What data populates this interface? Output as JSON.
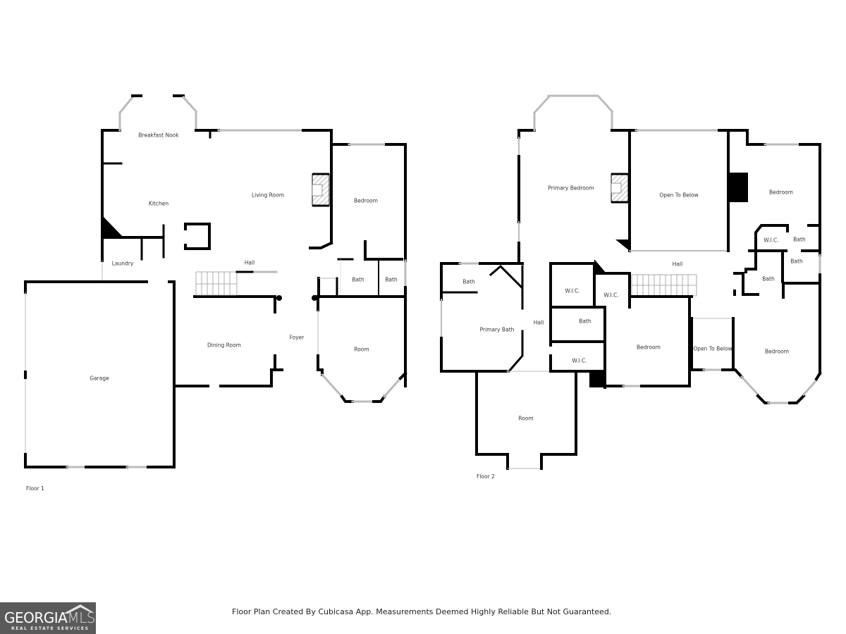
{
  "floor1": {
    "label": "Floor 1",
    "rooms": {
      "breakfast_nook": "Breakfast Nook",
      "kitchen": "Kitchen",
      "living_room": "Living Room",
      "bedroom": "Bedroom",
      "laundry": "Laundry",
      "hall": "Hall",
      "bath_1": "Bath",
      "bath_2": "Bath",
      "garage": "Garage",
      "dining_room": "Dining Room",
      "foyer": "Foyer",
      "room": "Room"
    }
  },
  "floor2": {
    "label": "Floor 2",
    "rooms": {
      "primary_bedroom": "Primary Bedroom",
      "open_to_below_1": "Open To Below",
      "bedroom_ne": "Bedroom",
      "wic_ne": "W.I.C.",
      "bath_ne_1": "Bath",
      "bath_ne_2": "Bath",
      "bath_ne_3": "Bath",
      "hall_main": "Hall",
      "bath_primary_small": "Bath",
      "primary_bath": "Primary Bath",
      "hall_small": "Hall",
      "wic_1": "W.I.C.",
      "wic_2": "W.I.C.",
      "bath_center": "Bath",
      "wic_3": "W.I.C.",
      "bedroom_center": "Bedroom",
      "open_to_below_2": "Open To Below",
      "bedroom_se": "Bedroom",
      "room": "Room"
    }
  },
  "footer": {
    "note": "Floor Plan Created By Cubicasa App. Measurements Deemed Highly Reliable But Not Guaranteed.",
    "logo_main": "GEORGIA",
    "logo_accent": "MLS",
    "logo_sub": "REAL ESTATE SERVICES"
  },
  "colors": {
    "wall": "#000000",
    "window": "#bbbbbb",
    "background": "#ffffff",
    "logo_bg": "#5a5a5a"
  }
}
